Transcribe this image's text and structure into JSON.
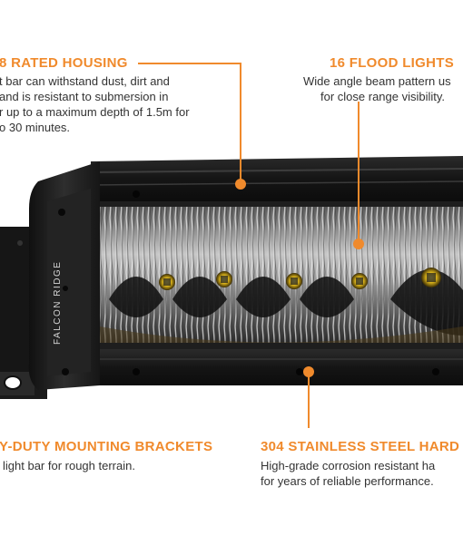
{
  "callouts": {
    "housing": {
      "title": "8 RATED HOUSING",
      "lines": [
        "t bar can withstand dust, dirt and",
        "and is resistant to submersion in",
        "r up to a maximum depth of 1.5m for",
        "o 30 minutes."
      ]
    },
    "flood": {
      "title": "16 FLOOD LIGHTS",
      "lines": [
        "Wide angle beam pattern us",
        "for close range visibility."
      ]
    },
    "brackets": {
      "title": "Y-DUTY MOUNTING BRACKETS",
      "lines": [
        "light bar for rough terrain."
      ]
    },
    "hardware": {
      "title": "304 STAINLESS STEEL HARD",
      "lines": [
        "High-grade corrosion resistant ha",
        "for years of reliable performance."
      ]
    }
  },
  "product": {
    "brand_mark": "FALCON RIDGE"
  },
  "colors": {
    "accent": "#f08a2c",
    "body_text": "#333333",
    "housing": "#1a1a1a"
  }
}
